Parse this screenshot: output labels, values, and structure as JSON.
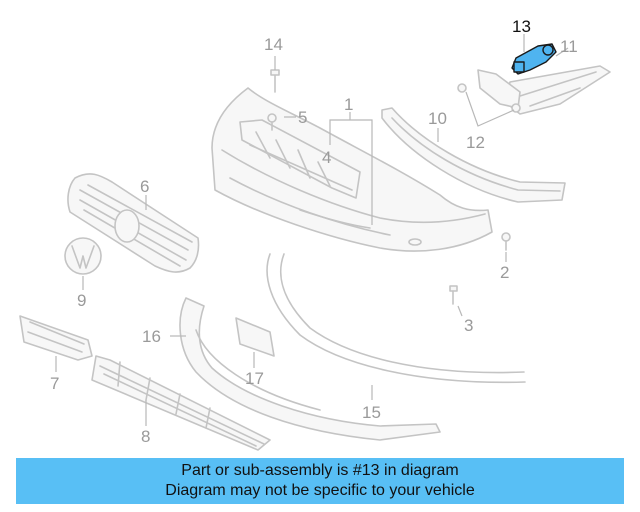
{
  "highlight_color": "#58bff5",
  "highlighted_part": "13",
  "callouts": [
    {
      "id": "1",
      "label": "1"
    },
    {
      "id": "2",
      "label": "2"
    },
    {
      "id": "3",
      "label": "3"
    },
    {
      "id": "4",
      "label": "4"
    },
    {
      "id": "5",
      "label": "5"
    },
    {
      "id": "6",
      "label": "6"
    },
    {
      "id": "7",
      "label": "7"
    },
    {
      "id": "8",
      "label": "8"
    },
    {
      "id": "9",
      "label": "9"
    },
    {
      "id": "10",
      "label": "10"
    },
    {
      "id": "11",
      "label": "11"
    },
    {
      "id": "12",
      "label": "12"
    },
    {
      "id": "13",
      "label": "13"
    },
    {
      "id": "14",
      "label": "14"
    },
    {
      "id": "15",
      "label": "15"
    },
    {
      "id": "16",
      "label": "16"
    },
    {
      "id": "17",
      "label": "17"
    }
  ],
  "banner": {
    "line1": "Part or sub-assembly is #13 in diagram",
    "line2": "Diagram may not be specific to your vehicle"
  }
}
